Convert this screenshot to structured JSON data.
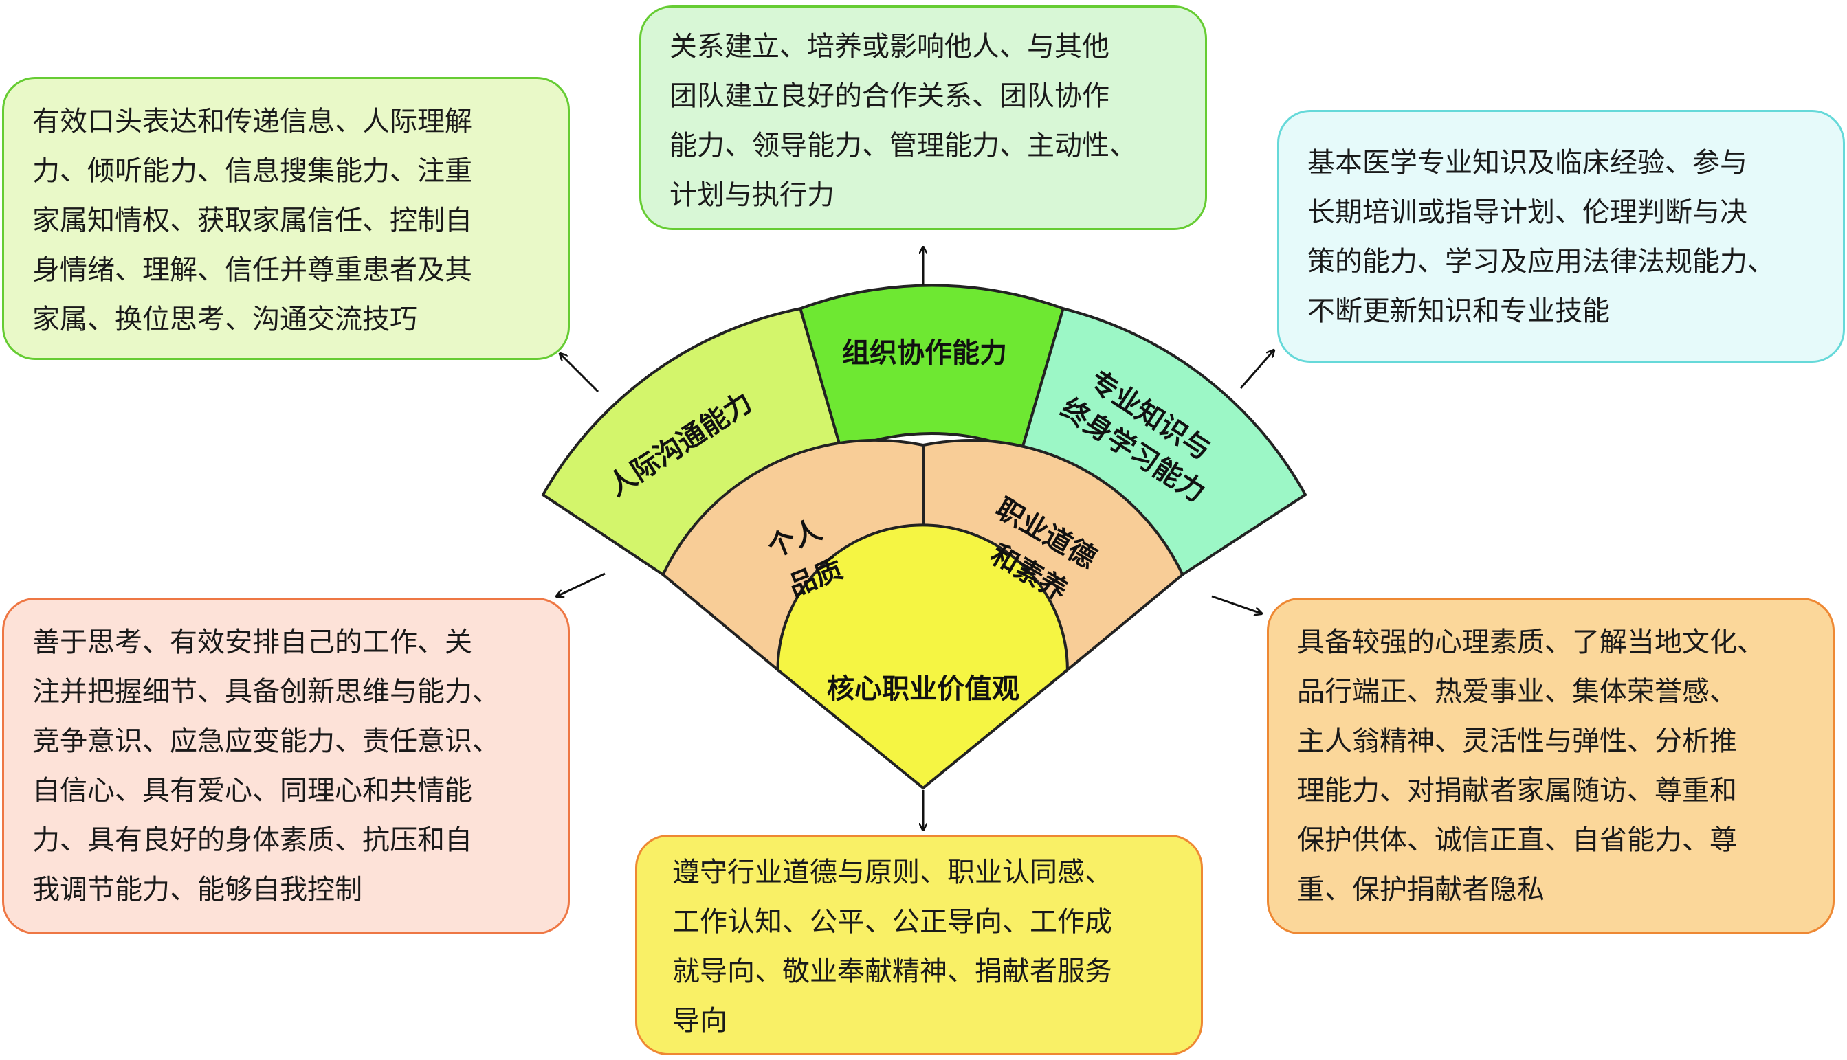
{
  "diagram": {
    "outer_ring": [
      {
        "key": "interpersonal",
        "label_lines": [
          "人际沟通能力"
        ],
        "color": "#d3f56b"
      },
      {
        "key": "organization",
        "label_lines": [
          "组织协作能力"
        ],
        "color": "#6ee832"
      },
      {
        "key": "professional",
        "label_lines": [
          "专业知识与",
          "终身学习能力"
        ],
        "color": "#9cf7c6"
      }
    ],
    "middle_ring": [
      {
        "key": "personal",
        "label_lines": [
          "个人",
          "品质"
        ],
        "color": "#f8cd97"
      },
      {
        "key": "ethics",
        "label_lines": [
          "职业道德",
          "和素养"
        ],
        "color": "#f8cd97"
      }
    ],
    "core": {
      "key": "core_values",
      "label": "核心职业价值观",
      "color": "#f5f543"
    }
  },
  "boxes": {
    "interpersonal": {
      "lines": [
        "有效口头表达和传递信息、人际理解",
        "力、倾听能力、信息搜集能力、注重",
        "家属知情权、获取家属信任、控制自",
        "身情绪、理解、信任并尊重患者及其",
        "家属、换位思考、沟通交流技巧"
      ],
      "bg": "#e9f9c8",
      "border": "#66cc33"
    },
    "organization": {
      "lines": [
        "关系建立、培养或影响他人、与其他",
        "团队建立良好的合作关系、团队协作",
        "能力、领导能力、管理能力、主动性、",
        "计划与执行力"
      ],
      "bg": "#d8f7d6",
      "border": "#66cc33"
    },
    "professional": {
      "lines": [
        "基本医学专业知识及临床经验、参与",
        "长期培训或指导计划、伦理判断与决",
        "策的能力、学习及应用法律法规能力、",
        "不断更新知识和专业技能"
      ],
      "bg": "#e6fafa",
      "border": "#66d9d9"
    },
    "personal": {
      "lines": [
        "善于思考、有效安排自己的工作、关",
        "注并把握细节、具备创新思维与能力、",
        "竞争意识、应急应变能力、责任意识、",
        "自信心、具有爱心、同理心和共情能",
        "力、具有良好的身体素质、抗压和自",
        "我调节能力、能够自我控制"
      ],
      "bg": "#fde2d8",
      "border": "#ee7744"
    },
    "core_values": {
      "lines": [
        "遵守行业道德与原则、职业认同感、",
        "工作认知、公平、公正导向、工作成",
        "就导向、敬业奉献精神、捐献者服务",
        "导向"
      ],
      "bg": "#f9f066",
      "border": "#ee8833"
    },
    "ethics": {
      "lines": [
        "具备较强的心理素质、了解当地文化、",
        "品行端正、热爱事业、集体荣誉感、",
        "主人翁精神、灵活性与弹性、分析推",
        "理能力、对捐献者家属随访、尊重和",
        "保护供体、诚信正直、自省能力、尊",
        "重、保护捐献者隐私"
      ],
      "bg": "#fbd79a",
      "border": "#ee8833"
    }
  }
}
